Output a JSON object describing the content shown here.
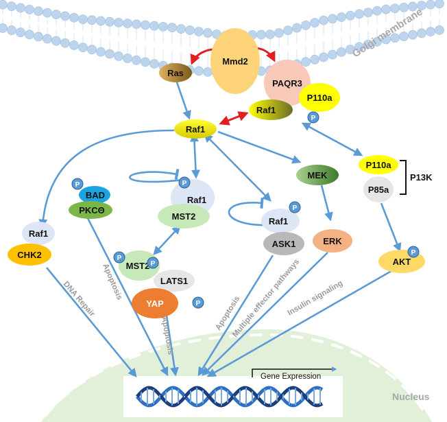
{
  "membrane": {
    "label": "Golgi membrane"
  },
  "nucleus": {
    "label": "Nucleus",
    "gene_expression": "Gene Expression"
  },
  "nodes": {
    "mmd2": "Mmd2",
    "ras": "Ras",
    "paqr3": "PAQR3",
    "raf1_golgi": "Raf1",
    "p110a_top": "P110a",
    "raf1_main": "Raf1",
    "bad": "BAD",
    "pkc": "PKCΘ",
    "raf1_mst2": "Raf1",
    "mst2_a": "MST2",
    "mek": "MEK",
    "p110a_p13k": "P110a",
    "p85a": "P85a",
    "p13k": "P13K",
    "raf1_left": "Raf1",
    "chk2": "CHK2",
    "raf1_ask1": "Raf1",
    "ask1": "ASK1",
    "erk": "ERK",
    "mst2_b": "MST2",
    "lats1": "LATS1",
    "yap": "YAP",
    "akt": "AKT"
  },
  "phospho": "P",
  "pathways": {
    "dna_repair": "DNA Repair",
    "apoptosis_1": "Apoptosis",
    "apoptosis_2": "Apoptosis",
    "apoptosis_3": "Apoptosis",
    "multiple": "Multiple effector pathways",
    "insulin": "Insulin signaling"
  },
  "colors": {
    "arrow": "#5b9bd5",
    "red_arrow": "#e02020",
    "membrane_bead": "#bcd5ec",
    "nucleus": "#e2efd9",
    "yellow": "#ffff00",
    "phospho": "#5b9bd5"
  }
}
